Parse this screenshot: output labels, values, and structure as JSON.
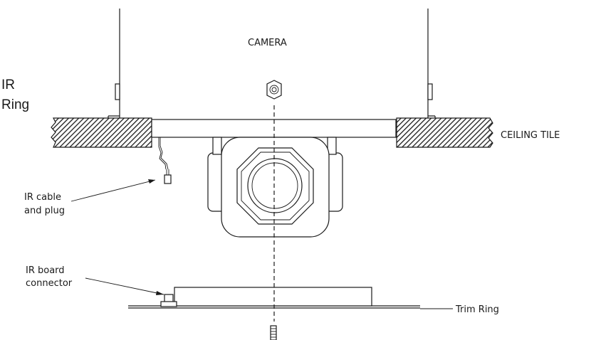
{
  "labels": {
    "camera": "CAMERA",
    "ir_ring_line1": "IR",
    "ir_ring_line2": "Ring",
    "ceiling_tile": "CEILING TILE",
    "ir_cable_line1": "IR cable",
    "ir_cable_line2": "and plug",
    "ir_board_line1": "IR board",
    "ir_board_line2": "connector",
    "trim_ring": "Trim Ring"
  },
  "colors": {
    "line": "#1a1a1a",
    "background": "#ffffff"
  }
}
